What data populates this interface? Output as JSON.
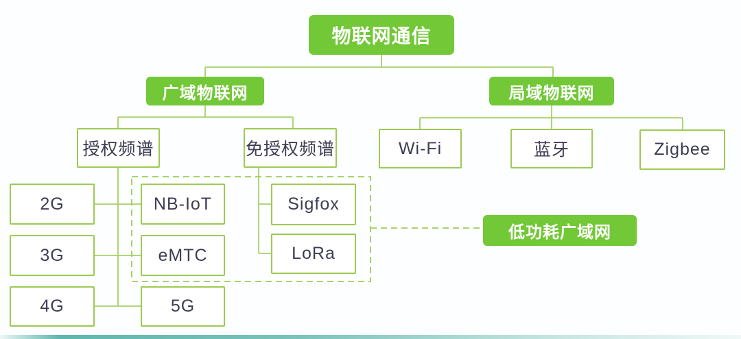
{
  "diagram": {
    "root": "物联网通信",
    "level1": {
      "wan": "广域物联网",
      "lan": "局域物联网"
    },
    "wan_children": {
      "licensed": "授权频谱",
      "unlicensed": "免授权频谱"
    },
    "lan_children": {
      "wifi": "Wi-Fi",
      "bluetooth": "蓝牙",
      "zigbee": "Zigbee"
    },
    "licensed_children": {
      "g2": "2G",
      "g3": "3G",
      "g4": "4G",
      "nbiot": "NB-IoT",
      "emtc": "eMTC",
      "g5": "5G"
    },
    "unlicensed_children": {
      "sigfox": "Sigfox",
      "lora": "LoRa"
    },
    "annotation": {
      "lpwan": "低功耗广域网"
    }
  },
  "colors": {
    "node_green": "#72c837",
    "border_green": "#9dca52",
    "line_green": "#a7cf66",
    "dash_green": "#9ccb55",
    "text_dark": "#3c3d52",
    "text_white": "#ffffff",
    "bg": "#fcfeff"
  }
}
